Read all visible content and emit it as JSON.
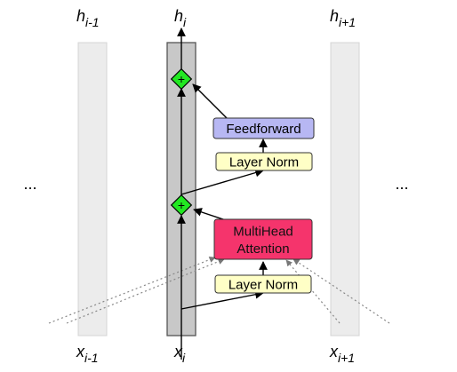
{
  "labels": {
    "h_prev": {
      "base": "h",
      "sub": "i-1"
    },
    "h_cur": {
      "base": "h",
      "sub": "i"
    },
    "h_next": {
      "base": "h",
      "sub": "i+1"
    },
    "x_prev": {
      "base": "x",
      "sub": "i-1"
    },
    "x_cur": {
      "base": "x",
      "sub": "i"
    },
    "x_next": {
      "base": "x",
      "sub": "i+1"
    },
    "ellipsis_left": "...",
    "ellipsis_right": "..."
  },
  "blocks": {
    "feedforward": "Feedforward",
    "layer_norm_top": "Layer Norm",
    "attention_line1": "MultiHead",
    "attention_line2": "Attention",
    "layer_norm_bottom": "Layer Norm"
  },
  "add_symbol": "+",
  "colors": {
    "residual_column": "#c8c8c8",
    "side_column": "#ececec",
    "feedforward_fill": "#b7b7f3",
    "layer_norm_fill": "#ffffc6",
    "attention_fill": "#f5346c",
    "add_node_fill": "#22e822"
  }
}
